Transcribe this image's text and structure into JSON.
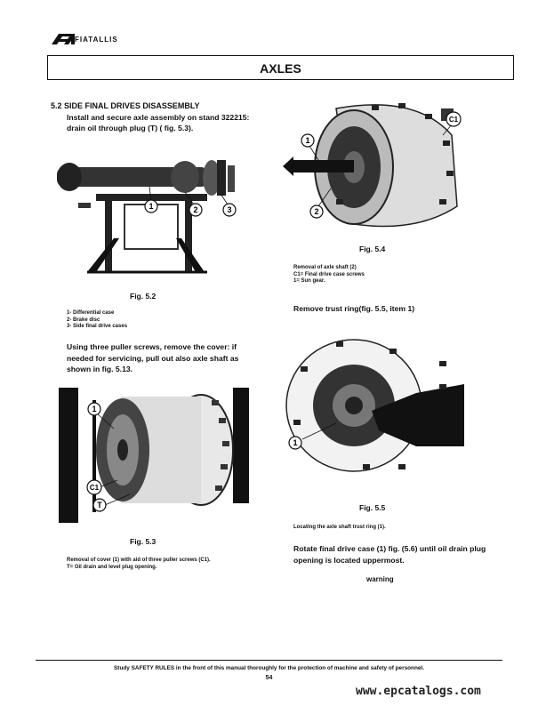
{
  "header": {
    "brand": "FIATALLIS",
    "title": "AXLES"
  },
  "section": {
    "heading": "5.2 SIDE FINAL DRIVES DISASSEMBLY",
    "intro": "Install and secure axle assembly on stand 322215: drain oil through plug (T) ( fig. 5.3)."
  },
  "fig52": {
    "caption": "Fig. 5.2",
    "legend": [
      "1- Differential case",
      "2- Brake disc",
      "3- Side final drive cases"
    ],
    "callouts": [
      "1",
      "2",
      "3"
    ]
  },
  "paragraph_puller": "Using three puller screws, remove the cover: if needed for servicing, pull out also axle shaft as shown in fig. 5.13.",
  "fig53": {
    "caption": "Fig. 5.3",
    "note_line1": "Removal of cover (1) with aid of three puller screws (C1).",
    "note_line2": "T= Oil drain and level plug opening.",
    "callouts": [
      "1",
      "C1",
      "T"
    ]
  },
  "fig54": {
    "caption": "Fig. 5.4",
    "notes": [
      "Removal of axle shaft (2)",
      "C1= Final drive case screws",
      "1= Sun gear."
    ],
    "callouts": [
      "1",
      "2",
      "C1"
    ]
  },
  "instruction_trust": "Remove trust ring(fig. 5.5, item 1)",
  "fig55": {
    "caption": "Fig. 5.5",
    "note": "Locating the axle shaft trust ring (1).",
    "callouts": [
      "1"
    ]
  },
  "paragraph_rotate": "Rotate final drive case (1) fig. (5.6) until oil drain plug opening is located uppermost.",
  "warning": "warning",
  "footer": {
    "safety": "Study SAFETY RULES in the front of this manual thoroughly for the protection of machine and safety of personnel.",
    "page": "54"
  },
  "watermark": "www.epcatalogs.com"
}
